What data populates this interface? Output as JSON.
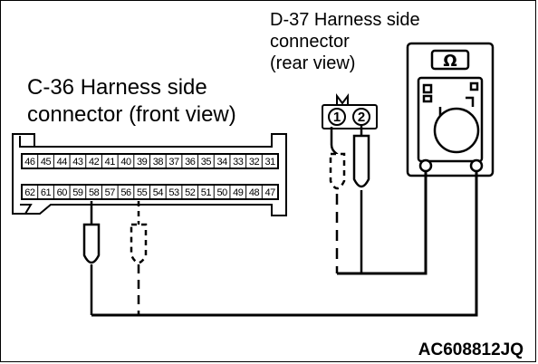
{
  "labels": {
    "d37_line1": "D-37 Harness side",
    "d37_line2": "connector",
    "d37_line3": "(rear view)",
    "c36_line1": "C-36 Harness side",
    "c36_line2": "connector (front view)",
    "figure_code": "AC608812JQ",
    "ohm_symbol": "Ω"
  },
  "c36_connector": {
    "top_row": [
      "46",
      "45",
      "44",
      "43",
      "42",
      "41",
      "40",
      "39",
      "38",
      "37",
      "36",
      "35",
      "34",
      "33",
      "32",
      "31"
    ],
    "bottom_row": [
      "62",
      "61",
      "60",
      "59",
      "58",
      "57",
      "56",
      "55",
      "54",
      "53",
      "52",
      "51",
      "50",
      "49",
      "48",
      "47"
    ],
    "probe_solid_pin": "58",
    "probe_dashed_pin": "55"
  },
  "d37_connector": {
    "pins": [
      "1",
      "2"
    ]
  },
  "icons": {
    "meter": "ohmmeter-icon",
    "lock": "connector-lock-icon"
  },
  "colors": {
    "line": "#000000",
    "background": "#ffffff"
  }
}
